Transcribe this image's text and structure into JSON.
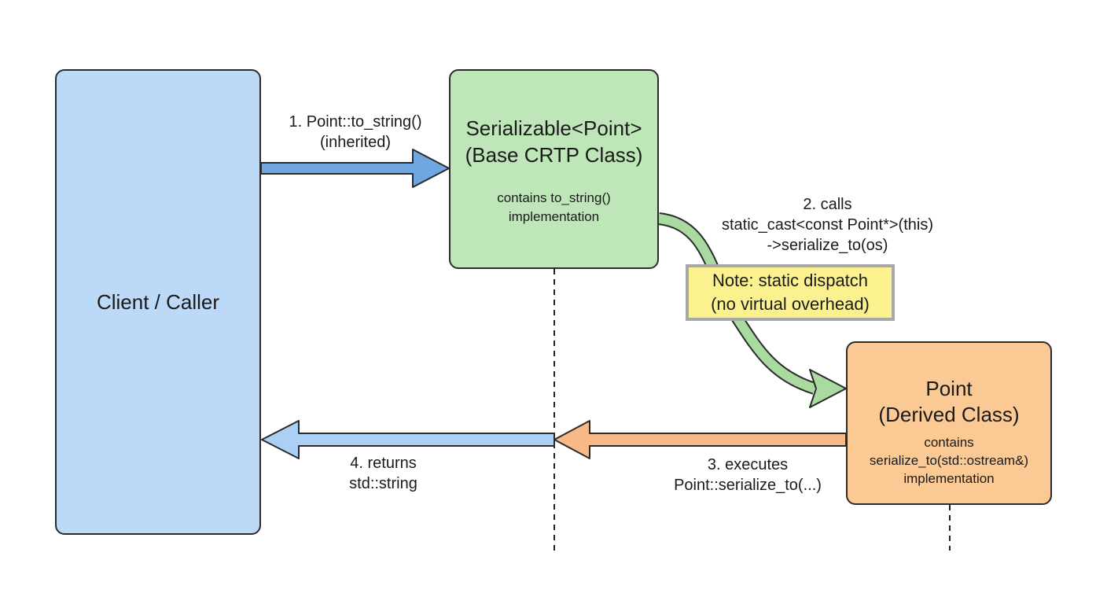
{
  "nodes": {
    "client": {
      "title": "Client / Caller"
    },
    "base": {
      "title_lines": [
        "Serializable<Point>",
        "(Base CRTP Class)"
      ],
      "desc_lines": [
        "contains to_string()",
        "implementation"
      ]
    },
    "derived": {
      "title_lines": [
        "Point",
        "(Derived Class)"
      ],
      "desc_lines": [
        "contains",
        "serialize_to(std::ostream&)",
        "implementation"
      ]
    }
  },
  "note": {
    "lines": [
      "Note: static dispatch",
      "(no virtual overhead)"
    ]
  },
  "steps": {
    "s1": [
      "1. Point::to_string()",
      "(inherited)"
    ],
    "s2": [
      "2. calls",
      "static_cast<const Point*>(this)",
      "->serialize_to(os)"
    ],
    "s3": [
      "3. executes",
      "Point::serialize_to(...)"
    ],
    "s4": [
      "4. returns",
      "std::string"
    ]
  },
  "colors": {
    "client_fill": "#bcd9f7",
    "base_fill": "#bfe6b9",
    "derived_fill": "#fbc993",
    "note_fill": "#fbf28f",
    "arrow_call": "#6fa8e0",
    "arrow_dispatch": "#a9dba1",
    "arrow_execute": "#f7b987",
    "arrow_return": "#acd0f5"
  }
}
